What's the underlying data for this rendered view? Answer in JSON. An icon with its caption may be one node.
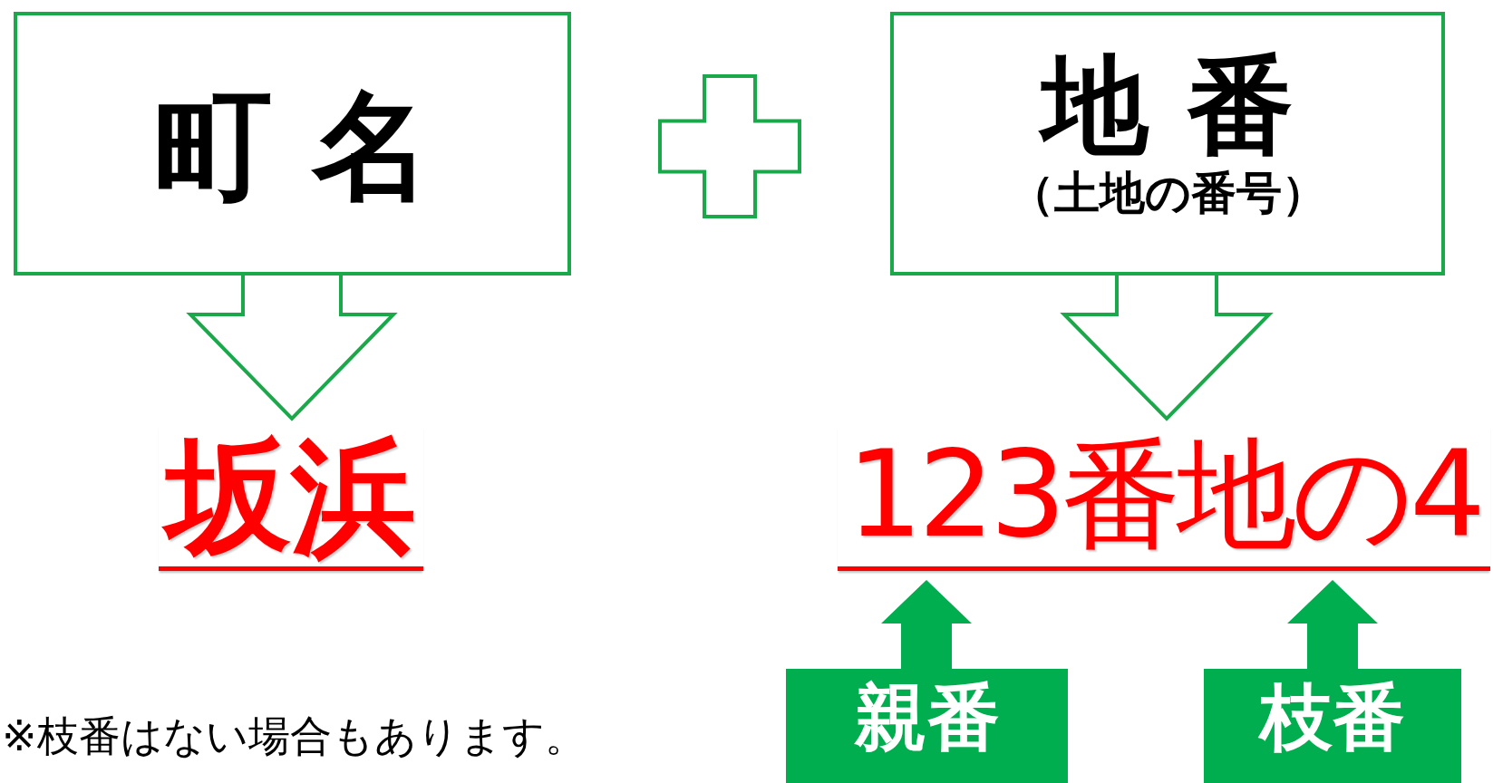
{
  "diagram": {
    "nodes": [
      {
        "text": [
          "町名"
        ]
      },
      {
        "text": [],
        "shape": "plus"
      },
      {
        "text": [
          "地番",
          "（土地の番号）"
        ]
      },
      {
        "text": [
          "坂浜"
        ]
      },
      {
        "text": [
          "123番地の4"
        ]
      },
      {
        "text": [
          "親番"
        ]
      },
      {
        "text": [
          "枝番"
        ]
      }
    ],
    "edges": [
      {
        "from": 0,
        "to": 3,
        "arrow": "to"
      },
      {
        "from": 2,
        "to": 4,
        "arrow": "to"
      },
      {
        "from": 5,
        "to": 4,
        "arrow": "to"
      },
      {
        "from": 6,
        "to": 4,
        "arrow": "to"
      }
    ],
    "labels": [
      "※枝番はない場合もあります。"
    ]
  }
}
